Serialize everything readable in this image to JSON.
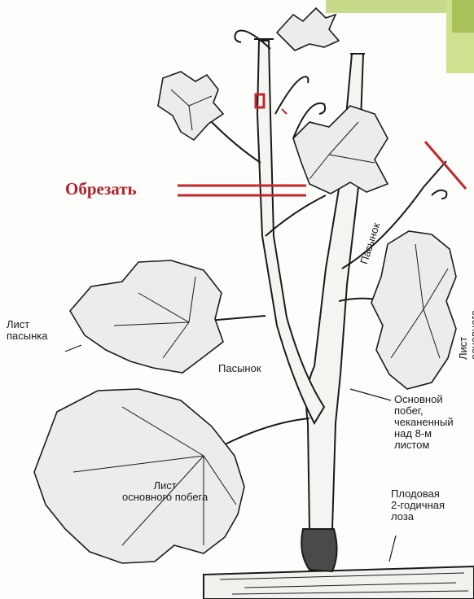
{
  "diagram": {
    "cut_label": "Обрезать",
    "labels": {
      "stepchild_leaf": "Лист\nпасынка",
      "stepchild_mid": "Пасынок",
      "stepchild_top": "Пасынок",
      "main_shoot_leaf_right": "Лист основного побега",
      "main_shoot": "Основной\nпобег,\nчеканенный\nнад 8-м\nлистом",
      "main_shoot_leaf_bottom": "Лист\nосновного побега",
      "fruit_vine": "Плодовая\n2-годичная\nлоза"
    },
    "colors": {
      "cut_mark": "#c1272d",
      "ink": "#1a1a1a",
      "paper": "#fdfdfb",
      "corner_photo": "#c9d98a"
    }
  }
}
